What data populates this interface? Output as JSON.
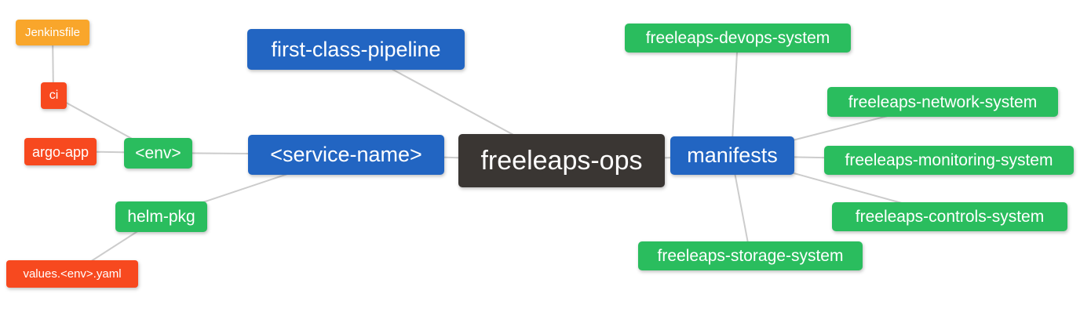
{
  "colors": {
    "background": "#ffffff",
    "edge": "#cccccc",
    "text": "#ffffff",
    "root": "#3a3633",
    "primary": "#2265c2",
    "secondary": "#2abd5e",
    "warning": "#f9a62b",
    "danger": "#f7491f"
  },
  "nodes": {
    "jenkinsfile": {
      "label": "Jenkinsfile",
      "category": "warning"
    },
    "ci": {
      "label": "ci",
      "category": "danger"
    },
    "argo_app": {
      "label": "argo-app",
      "category": "danger"
    },
    "env": {
      "label": "<env>",
      "category": "secondary"
    },
    "first_class_pipeline": {
      "label": "first-class-pipeline",
      "category": "primary"
    },
    "service_name": {
      "label": "<service-name>",
      "category": "primary"
    },
    "freeleaps_ops": {
      "label": "freeleaps-ops",
      "category": "root"
    },
    "manifests": {
      "label": "manifests",
      "category": "primary"
    },
    "devops_system": {
      "label": "freeleaps-devops-system",
      "category": "secondary"
    },
    "network_system": {
      "label": "freeleaps-network-system",
      "category": "secondary"
    },
    "monitoring_system": {
      "label": "freeleaps-monitoring-system",
      "category": "secondary"
    },
    "controls_system": {
      "label": "freeleaps-controls-system",
      "category": "secondary"
    },
    "storage_system": {
      "label": "freeleaps-storage-system",
      "category": "secondary"
    },
    "helm_pkg": {
      "label": "helm-pkg",
      "category": "secondary"
    },
    "values_yaml": {
      "label": "values.<env>.yaml",
      "category": "danger"
    }
  },
  "edges": [
    [
      "jenkinsfile",
      "ci"
    ],
    [
      "ci",
      "env"
    ],
    [
      "argo_app",
      "env"
    ],
    [
      "env",
      "service_name"
    ],
    [
      "helm_pkg",
      "service_name"
    ],
    [
      "values_yaml",
      "helm_pkg"
    ],
    [
      "first_class_pipeline",
      "freeleaps_ops"
    ],
    [
      "service_name",
      "freeleaps_ops"
    ],
    [
      "freeleaps_ops",
      "manifests"
    ],
    [
      "manifests",
      "devops_system"
    ],
    [
      "manifests",
      "network_system"
    ],
    [
      "manifests",
      "monitoring_system"
    ],
    [
      "manifests",
      "controls_system"
    ],
    [
      "manifests",
      "storage_system"
    ]
  ]
}
